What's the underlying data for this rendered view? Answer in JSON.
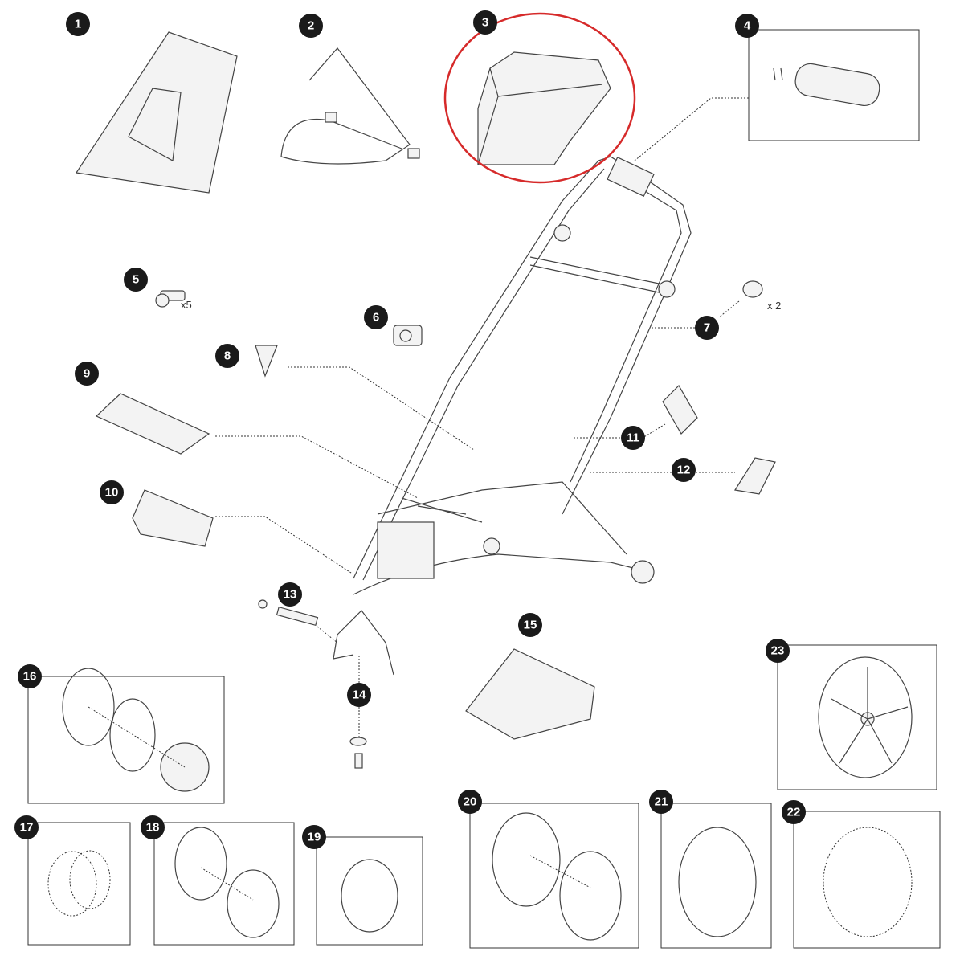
{
  "diagram": {
    "title": "Exploded stroller parts diagram",
    "highlight_color": "#d62a2a",
    "highlighted_part": "3",
    "parts": [
      {
        "number": "1"
      },
      {
        "number": "2"
      },
      {
        "number": "3"
      },
      {
        "number": "4"
      },
      {
        "number": "5",
        "qty": "x5"
      },
      {
        "number": "6"
      },
      {
        "number": "7",
        "qty": "x 2"
      },
      {
        "number": "8"
      },
      {
        "number": "9"
      },
      {
        "number": "10"
      },
      {
        "number": "11"
      },
      {
        "number": "12"
      },
      {
        "number": "13"
      },
      {
        "number": "14"
      },
      {
        "number": "15"
      },
      {
        "number": "16"
      },
      {
        "number": "17"
      },
      {
        "number": "18"
      },
      {
        "number": "19"
      },
      {
        "number": "20"
      },
      {
        "number": "21"
      },
      {
        "number": "22"
      },
      {
        "number": "23"
      }
    ]
  }
}
